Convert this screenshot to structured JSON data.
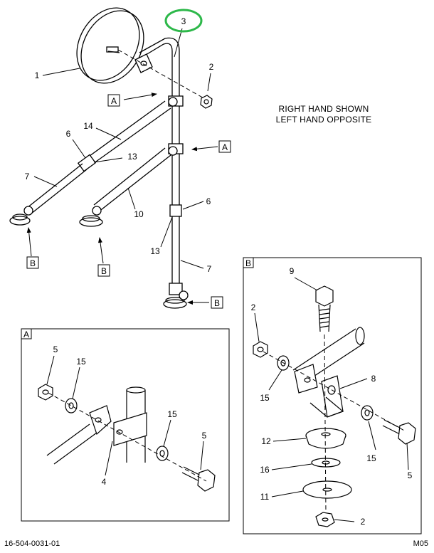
{
  "note": {
    "line1": "RIGHT HAND SHOWN",
    "line2": "LEFT HAND OPPOSITE"
  },
  "footer": {
    "doc_number": "16-504-0031-01",
    "page_code": "M05"
  },
  "highlight": {
    "callout": "3",
    "color": "#2db84a"
  },
  "callouts": {
    "c1": "1",
    "c2": "2",
    "c3": "3",
    "c6a": "6",
    "c6b": "6",
    "c7a": "7",
    "c7b": "7",
    "c10": "10",
    "c13a": "13",
    "c13b": "13",
    "c14": "14"
  },
  "view_refs": {
    "a_top": "A",
    "a_mid": "A",
    "b_left": "B",
    "b_center": "B",
    "b_right": "B"
  },
  "detail_a": {
    "label": "A",
    "callouts": {
      "c4": "4",
      "c5a": "5",
      "c5b": "5",
      "c15a": "15",
      "c15b": "15"
    }
  },
  "detail_b": {
    "label": "B",
    "callouts": {
      "c2a": "2",
      "c2b": "2",
      "c5": "5",
      "c8": "8",
      "c9": "9",
      "c11": "11",
      "c12": "12",
      "c15a": "15",
      "c15b": "15",
      "c16": "16"
    }
  }
}
